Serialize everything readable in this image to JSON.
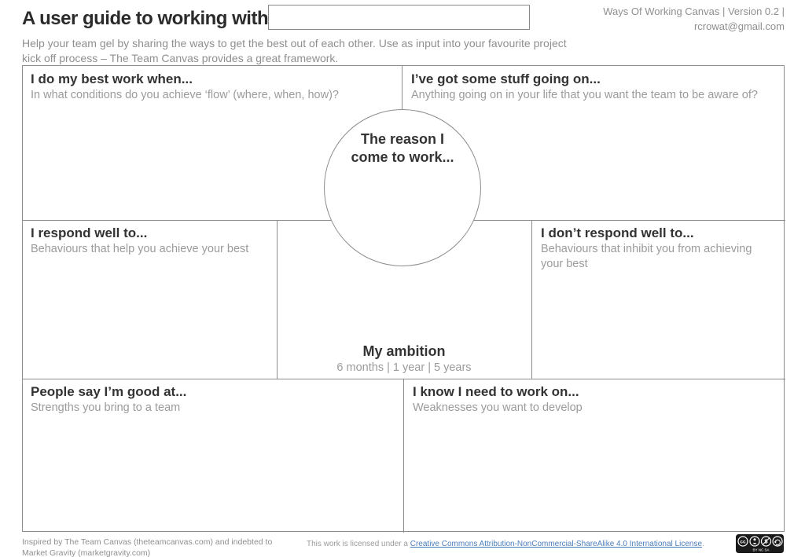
{
  "header": {
    "title": "A user guide to working with",
    "name_input_value": "",
    "meta": {
      "line1": "Ways Of Working Canvas | Version 0.2 |",
      "line2": "rcrowat@gmail.com"
    },
    "subtitle_line1": "Help your team gel by sharing the ways to get the best out of each other. Use as input into your favourite project",
    "subtitle_line2": "kick off process – The Team Canvas provides a great framework."
  },
  "canvas": {
    "best_work": {
      "heading": "I do my best work when...",
      "prompt": "In what conditions do you achieve ‘flow’ (where, when, how)?"
    },
    "stuff_going_on": {
      "heading": "I’ve got some stuff going on...",
      "prompt": "Anything going on in your life that you want the team to be aware of?"
    },
    "respond_well": {
      "heading": "I respond well to...",
      "prompt": "Behaviours that help you achieve your best"
    },
    "dont_respond_well": {
      "heading": "I don’t respond well to...",
      "prompt": "Behaviours that inhibit you from achieving your best"
    },
    "good_at": {
      "heading": "People say I’m good at...",
      "prompt": "Strengths you bring to a team"
    },
    "work_on": {
      "heading": "I know I need to work on...",
      "prompt": "Weaknesses you want to develop"
    },
    "circle": {
      "line1": "The reason I",
      "line2": "come to work..."
    },
    "ambition": {
      "heading": "My ambition",
      "prompt": "6 months | 1 year | 5 years"
    }
  },
  "footer": {
    "credit_line1": "Inspired by The Team Canvas (theteamcanvas.com) and indebted to",
    "credit_line2": "Market Gravity (marketgravity.com)",
    "license_prefix": "This work is licensed under a ",
    "license_link": "Creative Commons Attribution-NonCommercial-ShareAlike 4.0 International License",
    "license_period": ".",
    "cc_badge_labels": "BY NC SA"
  },
  "colors": {
    "heading_text": "#333333",
    "muted_text": "#8f8f8f",
    "border": "#8c8c8c",
    "link": "#4a7ebb",
    "badge_background": "#1a1a1a"
  }
}
